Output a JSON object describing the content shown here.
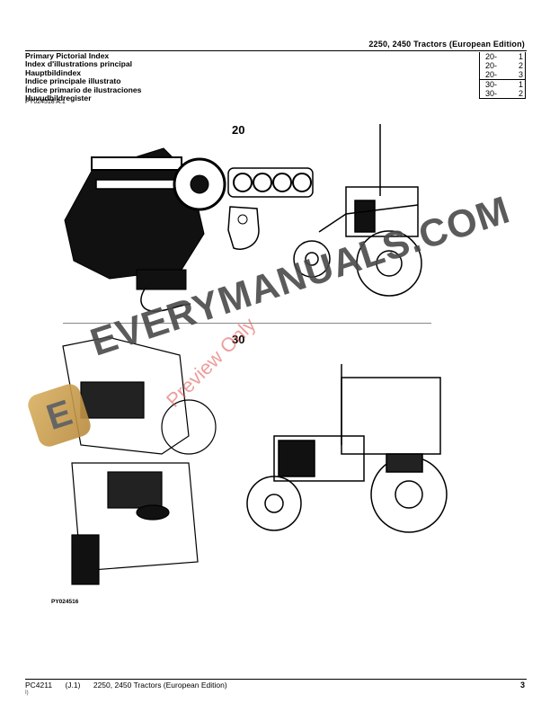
{
  "header": {
    "title": "2250, 2450 Tractors (European Edition)"
  },
  "index_titles": [
    "Primary Pictorial Index",
    "Index d'illustrations principal",
    "Hauptbildindex",
    "Indice principale illustrato",
    "Índice primario de ilustraciones",
    "Huvudbildregister"
  ],
  "reference_code": "PY024518 A.1",
  "cross_reference": {
    "groups": [
      {
        "rows": [
          {
            "section": "20-",
            "page": "1"
          },
          {
            "section": "20-",
            "page": "2"
          },
          {
            "section": "20-",
            "page": "3"
          }
        ]
      },
      {
        "rows": [
          {
            "section": "30-",
            "page": "1"
          },
          {
            "section": "30-",
            "page": "2"
          }
        ]
      }
    ]
  },
  "sections": [
    {
      "number": "20",
      "illustrations": [
        "engine-illustration",
        "head-gasket-illustration",
        "timing-cover-gasket-illustration",
        "tractor-open-illustration"
      ]
    },
    {
      "number": "30",
      "illustrations": [
        "engine-fuel-system-illustration",
        "tractor-cab-illustration"
      ]
    }
  ],
  "figure_code": "PY024516",
  "watermark": {
    "text": "EVERYMANUALS.COM",
    "preview_text": "Preview Only",
    "logo_letter": "E"
  },
  "footer": {
    "doc_id": "PC4211",
    "revision": "(J.1)",
    "title": "2250, 2450 Tractors (European Edition)",
    "sub": "I)",
    "page_number": "3"
  }
}
